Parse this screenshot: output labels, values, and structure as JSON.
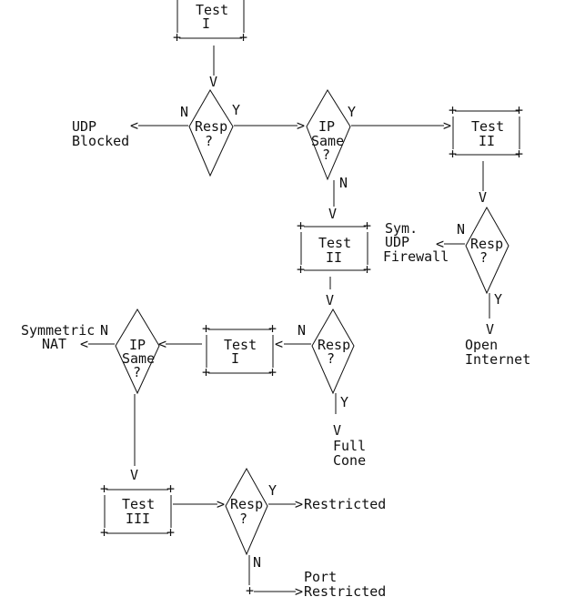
{
  "boxes": {
    "test1_top": {
      "line1": "Test",
      "line2": "I"
    },
    "test2_right": {
      "line1": "Test",
      "line2": "II"
    },
    "test2_mid": {
      "line1": "Test",
      "line2": "II"
    },
    "test1_mid": {
      "line1": "Test",
      "line2": "I"
    },
    "test3": {
      "line1": "Test",
      "line2": "III"
    }
  },
  "decisions": {
    "resp1": {
      "line1": "Resp",
      "line2": "?"
    },
    "ipsame1": {
      "line1": "IP",
      "line2": "Same",
      "line3": "?"
    },
    "resp2": {
      "line1": "Resp",
      "line2": "?"
    },
    "resp3": {
      "line1": "Resp",
      "line2": "?"
    },
    "ipsame2": {
      "line1": "IP",
      "line2": "Same",
      "line3": "?"
    },
    "resp4": {
      "line1": "Resp",
      "line2": "?"
    }
  },
  "outcomes": {
    "udp_blocked": {
      "line1": "UDP",
      "line2": "Blocked"
    },
    "sym_udp_firewall": {
      "line1": "Sym.",
      "line2": "UDP",
      "line3": "Firewall"
    },
    "open_internet": {
      "line1": "Open",
      "line2": "Internet"
    },
    "symmetric_nat": {
      "line1": "Symmetric",
      "line2": "NAT"
    },
    "full_cone": {
      "line1": "Full",
      "line2": "Cone"
    },
    "restricted": "Restricted",
    "port_restricted": {
      "line1": "Port",
      "line2": "Restricted"
    }
  },
  "edge_labels": {
    "resp1_no": "N",
    "resp1_yes": "Y",
    "ipsame1_yes": "Y",
    "ipsame1_no": "N",
    "resp2_no": "N",
    "resp2_yes": "Y",
    "resp3_no": "N",
    "resp3_yes": "Y",
    "ipsame2_no": "N",
    "resp4_yes": "Y",
    "resp4_no": "N"
  },
  "glyphs": {
    "arrow_down": "V",
    "arrow_right": ">",
    "arrow_left": "<",
    "corner": "+"
  }
}
